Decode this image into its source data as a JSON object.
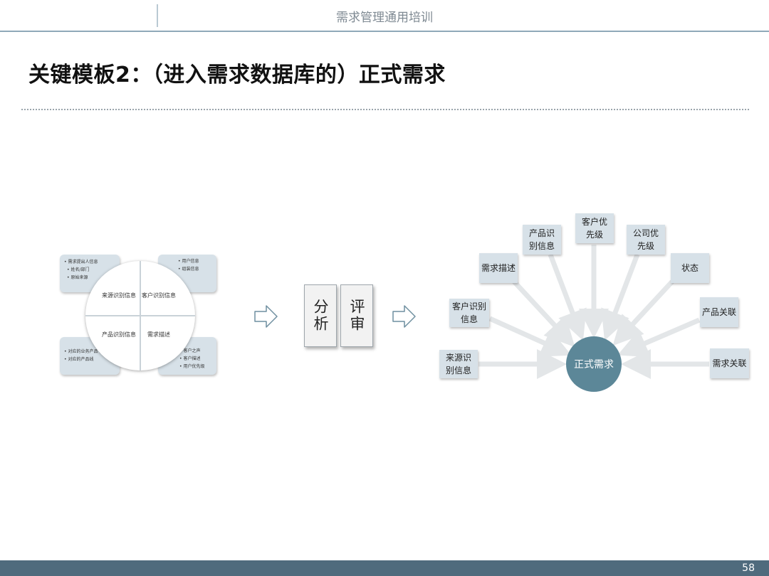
{
  "header": {
    "title": "需求管理通用培训"
  },
  "slide": {
    "title": "关键模板2：（进入需求数据库的）正式需求"
  },
  "quad_diagram": {
    "cards": {
      "top_left": [
        "• 需求提出人信息",
        "• 姓名/部门",
        "• 原始来源"
      ],
      "top_right": [
        "• 用户信息",
        "• 组装信息"
      ],
      "bottom_left": [
        "• 对应的业务产品",
        "• 对应的产品线"
      ],
      "bottom_right": [
        "• 客户之声",
        "• 客户描述",
        "• 用户优先级"
      ]
    },
    "quadrants": {
      "top_left": "来源识别信息",
      "top_right": "客户识别信息",
      "bottom_left": "产品识别信息",
      "bottom_right": "需求描述"
    }
  },
  "review": {
    "left": "分析",
    "right": "评审"
  },
  "radial": {
    "center": "正式需求",
    "nodes": {
      "source": "来源识别信息",
      "customer_id": "客户识别信息",
      "req_desc": "需求描述",
      "product_id": "产品识别信息",
      "customer_priority": "客户优先级",
      "company_priority": "公司优先级",
      "status": "状态",
      "product_link": "产品关联",
      "req_link": "需求关联"
    }
  },
  "colors": {
    "accent": "#5c8798",
    "node_fill": "#d7e1e8",
    "footer": "#4f6b7d",
    "arrow": "#e3e6e8"
  },
  "page_number": "58"
}
